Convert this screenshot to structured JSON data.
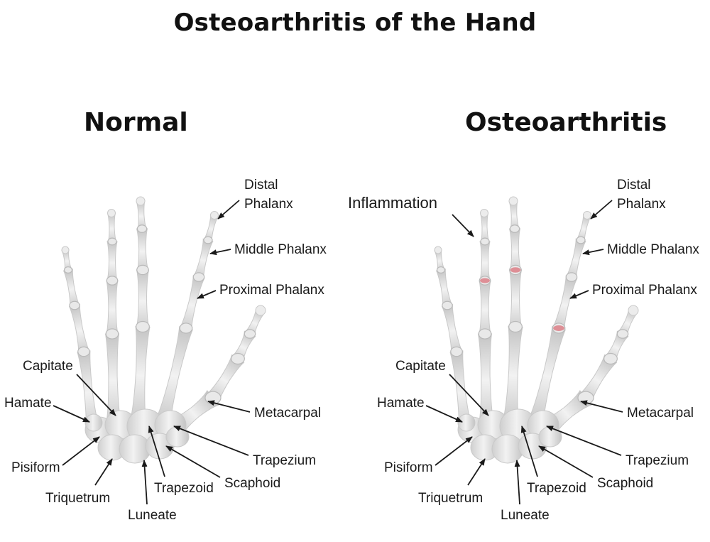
{
  "title": "Osteoarthritis of the Hand",
  "panels": [
    {
      "heading": "Normal",
      "labels": {
        "distal": [
          "Distal",
          "Phalanx"
        ],
        "middle": "Middle Phalanx",
        "proximal": "Proximal Phalanx",
        "metacarpal": "Metacarpal",
        "capitate": "Capitate",
        "hamate": "Hamate",
        "pisiform": "Pisiform",
        "triquetrum": "Triquetrum",
        "luneate": "Luneate",
        "trapezoid": "Trapezoid",
        "scaphoid": "Scaphoid",
        "trapezium": "Trapezium"
      }
    },
    {
      "heading": "Osteoarthritis",
      "labels": {
        "inflammation": "Inflammation",
        "distal": [
          "Distal",
          "Phalanx"
        ],
        "middle": "Middle Phalanx",
        "proximal": "Proximal Phalanx",
        "metacarpal": "Metacarpal",
        "capitate": "Capitate",
        "hamate": "Hamate",
        "pisiform": "Pisiform",
        "triquetrum": "Triquetrum",
        "luneate": "Luneate",
        "trapezoid": "Trapezoid",
        "scaphoid": "Scaphoid",
        "trapezium": "Trapezium"
      }
    }
  ],
  "colors": {
    "bone": "#e4e4e4",
    "bone_shade": "#c9c9c9",
    "joint": "#b9b9b9",
    "inflammation": "#d9707a"
  }
}
